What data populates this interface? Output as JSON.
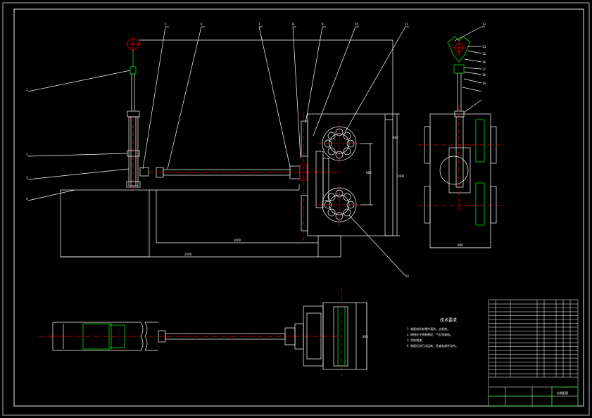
{
  "drawing": {
    "background": "#000000",
    "line_color": "#ffffff",
    "centerline_color": "#ff0000",
    "highlight_color": "#00ff00"
  },
  "part_labels": [
    "1",
    "2",
    "3",
    "4",
    "5",
    "6",
    "7",
    "8",
    "9",
    "10",
    "11",
    "12",
    "13",
    "14",
    "15",
    "16",
    "17",
    "18",
    "19"
  ],
  "dimensions": {
    "d1": "2000",
    "d2": "2500",
    "d3": "680",
    "d4": "800",
    "d5": "1400",
    "d6": "800",
    "d7": "800"
  },
  "notes": {
    "title": "技术要求",
    "lines": [
      "1. 装配前所有零件清洗，去毛刺。",
      "2. 焊接处不得有裂纹、气孔等缺陷。",
      "3. 涂防锈漆。",
      "4. 装配后进行试运转，检查各部件动作。"
    ]
  },
  "title_block": {
    "drawing_name": "总装配图"
  }
}
